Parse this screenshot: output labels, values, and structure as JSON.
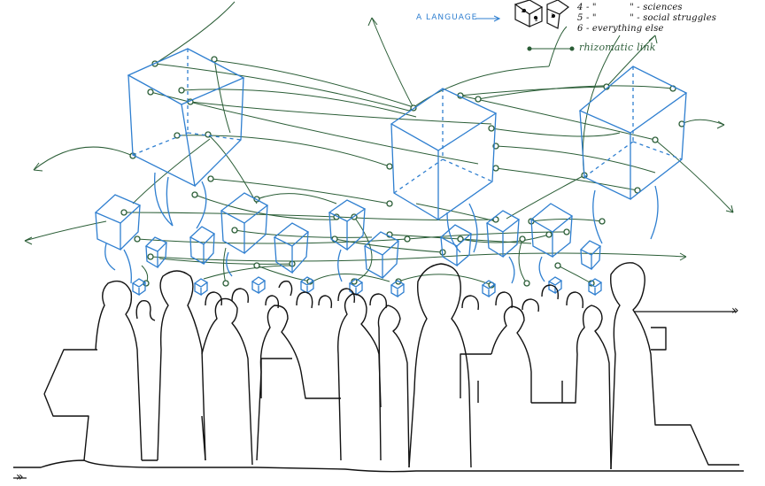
{
  "colors": {
    "ink": "#111111",
    "blue": "#2f7fd0",
    "green": "#2a5d36",
    "paper": "#ffffff"
  },
  "legend": {
    "language_label": "A LANGUAGE",
    "rhizomatic_label": "rhizomatic link",
    "line_3": "5 - \"",
    "line_3_tail": "\" - social struggles",
    "line_2": "4 - \"",
    "line_2_tail": "\" - sciences",
    "line_4": "6 - everything else",
    "cube_faces": [
      "1",
      "2",
      "3"
    ]
  },
  "arrows": {
    "bottom_left": "»",
    "right": "»"
  }
}
